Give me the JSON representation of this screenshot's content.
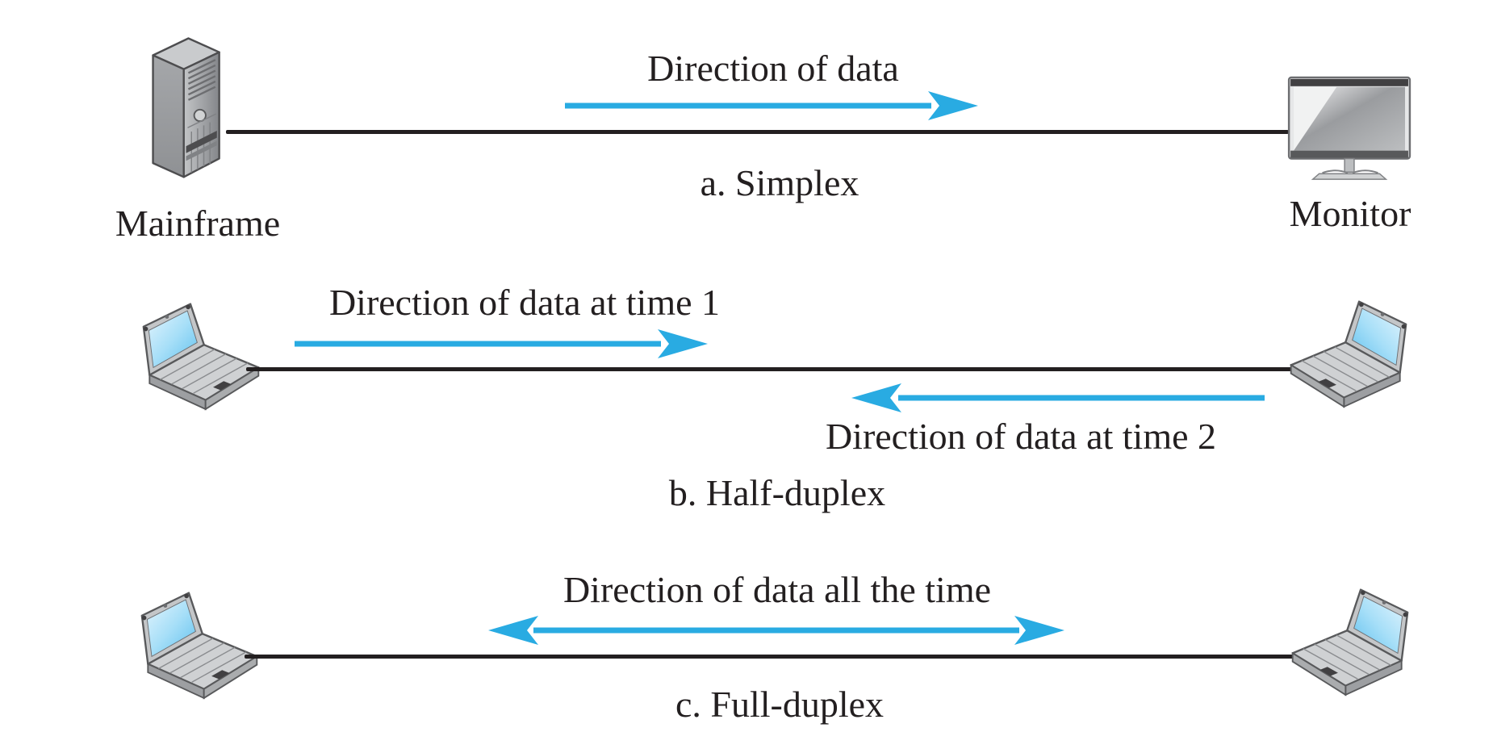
{
  "figure": {
    "description": "Data flow (simplex, half-duplex, and full-duplex)"
  },
  "colors": {
    "arrow": "#29abe2",
    "line": "#231f20",
    "text": "#231f20"
  },
  "sections": {
    "simplex": {
      "caption": "a. Simplex",
      "arrow_label": "Direction of data",
      "arrow_direction": "right",
      "left_device": "Mainframe",
      "right_device": "Monitor",
      "left_device_icon": "mainframe-tower-icon",
      "right_device_icon": "monitor-icon"
    },
    "half_duplex": {
      "caption": "b. Half-duplex",
      "arrow1_label": "Direction of data at time 1",
      "arrow1_direction": "right",
      "arrow2_label": "Direction of data at time 2",
      "arrow2_direction": "left",
      "left_device_icon": "laptop-icon",
      "right_device_icon": "laptop-icon"
    },
    "full_duplex": {
      "caption": "c. Full-duplex",
      "arrow_label": "Direction of data all the time",
      "arrow_direction": "both",
      "left_device_icon": "laptop-icon",
      "right_device_icon": "laptop-icon"
    }
  }
}
